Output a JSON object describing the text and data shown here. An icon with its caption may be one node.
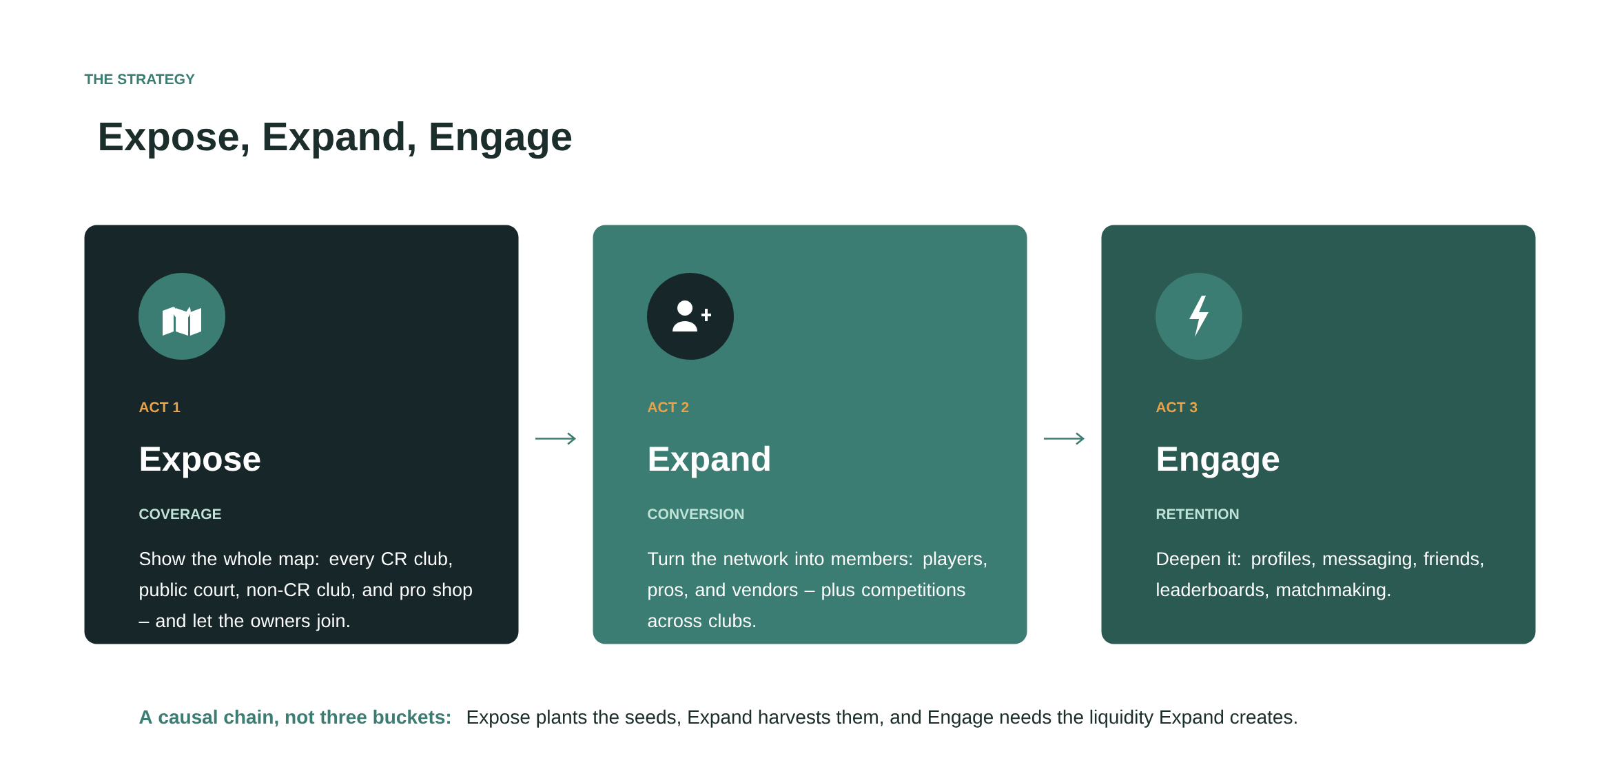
{
  "diagram": {
    "title": "Expose, Expand, Engage",
    "nodes": [
      {
        "text": [
          "ACT 1",
          "Expose",
          "COVERAGE",
          "Show the whole map: every CR club, public court, non-CR club, and pro shop – and let the owners join."
        ]
      },
      {
        "text": [
          "ACT 2",
          "Expand",
          "CONVERSION",
          "Turn the network into members: players, pros, and vendors – plus competitions across clubs."
        ]
      },
      {
        "text": [
          "ACT 3",
          "Engage",
          "RETENTION",
          "Deepen it: profiles, messaging, friends, leaderboards, matchmaking."
        ]
      }
    ],
    "edges": [
      {
        "from": 0,
        "to": 1,
        "arrow": "to"
      },
      {
        "from": 1,
        "to": 2,
        "arrow": "to"
      }
    ],
    "labels": [
      "THE STRATEGY",
      "A causal chain, not three buckets:",
      "Expose plants the seeds, Expand harvests them, and Engage needs the liquidity Expand creates."
    ]
  }
}
